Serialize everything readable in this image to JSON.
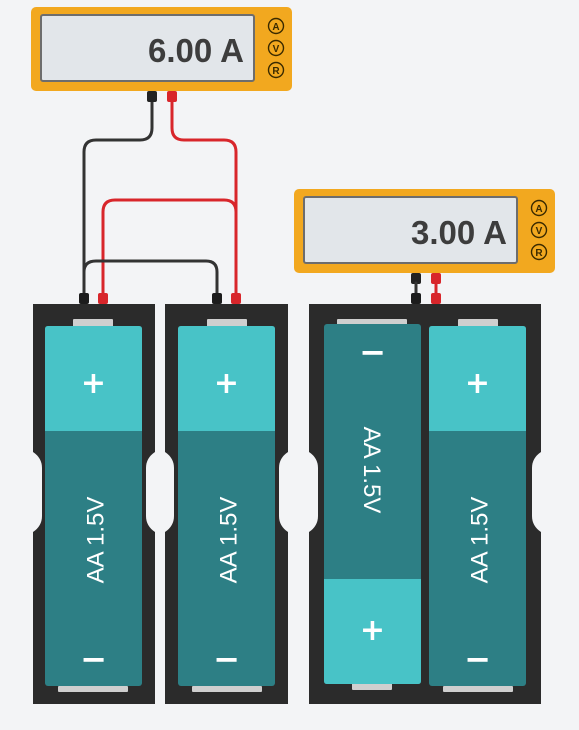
{
  "colors": {
    "background": "#f3f4f6",
    "meter_body": "#f2a81f",
    "meter_screen": "#e2e6ea",
    "holder": "#2b2b2b",
    "battery_dark": "#2d7f85",
    "battery_light": "#48c3c7",
    "wire_red": "#d8262b",
    "wire_black": "#333333",
    "terminal_cap": "#cfcfcf"
  },
  "meters": [
    {
      "id": "meter-1",
      "reading": "6.00 A",
      "modes": [
        "A",
        "V",
        "R"
      ]
    },
    {
      "id": "meter-2",
      "reading": "3.00 A",
      "modes": [
        "A",
        "V",
        "R"
      ]
    }
  ],
  "batteries": [
    {
      "id": "battery-1",
      "label": "AA 1.5V",
      "positive_symbol": "+",
      "negative_symbol": "−",
      "positive_end": "top"
    },
    {
      "id": "battery-2",
      "label": "AA 1.5V",
      "positive_symbol": "+",
      "negative_symbol": "−",
      "positive_end": "top"
    },
    {
      "id": "battery-3",
      "label": "AA 1.5V",
      "positive_symbol": "+",
      "negative_symbol": "−",
      "positive_end": "bottom"
    },
    {
      "id": "battery-4",
      "label": "AA 1.5V",
      "positive_symbol": "+",
      "negative_symbol": "−",
      "positive_end": "top"
    }
  ]
}
